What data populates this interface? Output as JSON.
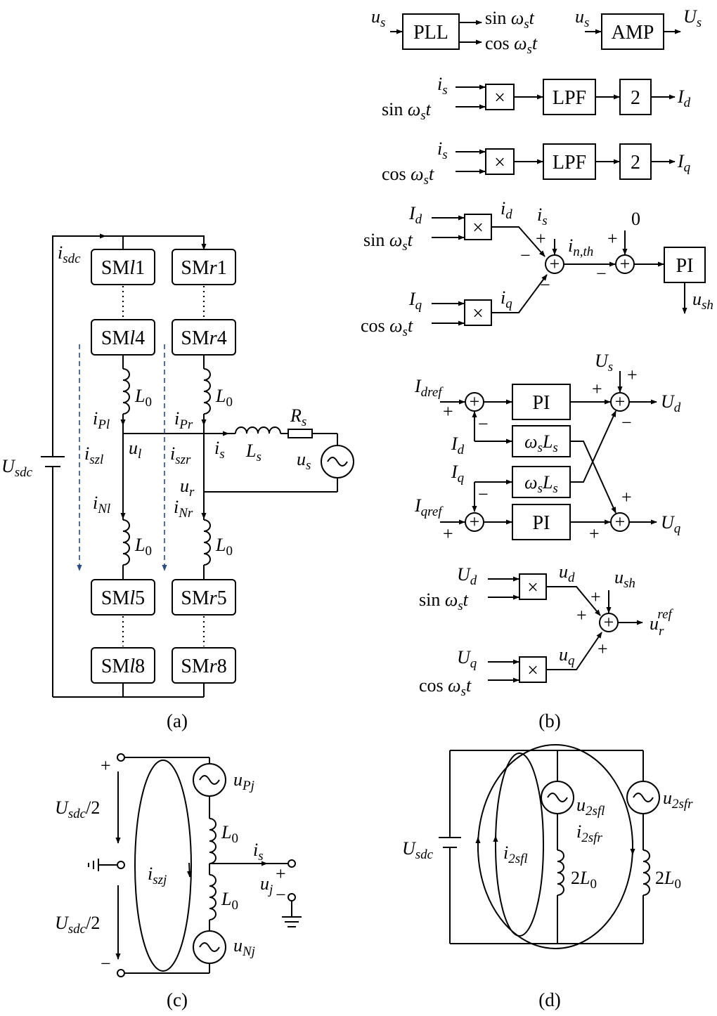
{
  "captions": {
    "a": "(a)",
    "b": "(b)",
    "c": "(c)",
    "d": "(d)"
  },
  "panel_a": {
    "submodules": {
      "l1": "SMl1",
      "l4": "SMl4",
      "l5": "SMl5",
      "l8": "SMl8",
      "r1": "SMr1",
      "r4": "SMr4",
      "r5": "SMr5",
      "r8": "SMr8"
    },
    "labels": {
      "i_sdc": "i_sdc",
      "U_sdc": "U_sdc",
      "L0": "L_0",
      "Ls": "L_s",
      "Rs": "R_s",
      "i_Pl": "i_Pl",
      "i_Pr": "i_Pr",
      "i_Nl": "i_Nl",
      "i_Nr": "i_Nr",
      "i_szl": "i_szl",
      "i_szr": "i_szr",
      "u_l": "u_l",
      "u_r": "u_r",
      "i_s": "i_s",
      "u_s": "u_s"
    }
  },
  "panel_b": {
    "blocks": {
      "pll": "PLL",
      "amp": "AMP",
      "lpf": "LPF",
      "gain": "2",
      "pi": "PI",
      "mult": "×",
      "sum": "+",
      "wsLs": "ω_sL_s"
    },
    "signals": {
      "u_s": "u_s",
      "U_s": "U_s",
      "sin": "sin ω_st",
      "cos": "cos ω_st",
      "i_s": "i_s",
      "I_d": "I_d",
      "I_q": "I_q",
      "i_d": "i_d",
      "i_q": "i_q",
      "i_nth": "i_n,th",
      "zero": "0",
      "u_sh": "u_sh",
      "I_dref": "I_dref",
      "I_qref": "I_qref",
      "U_d": "U_d",
      "U_q": "U_q",
      "u_d": "u_d",
      "u_q": "u_q",
      "u_r_ref": "u_r^ref"
    },
    "signs": {
      "plus": "+",
      "minus": "−"
    }
  },
  "panel_c": {
    "labels": {
      "plus": "+",
      "minus": "−",
      "U_sdc_half": "U_sdc/2",
      "u_Pj": "u_Pj",
      "u_Nj": "u_Nj",
      "L0": "L_0",
      "i_s": "i_s",
      "u_j": "u_j",
      "i_szj": "i_szj"
    }
  },
  "panel_d": {
    "labels": {
      "U_sdc": "U_sdc",
      "u_2sfl": "u_2sfl",
      "u_2sfr": "u_2sfr",
      "i_2sfl": "i_2sfl",
      "i_2sfr": "i_2sfr",
      "L2": "2L_0"
    }
  }
}
